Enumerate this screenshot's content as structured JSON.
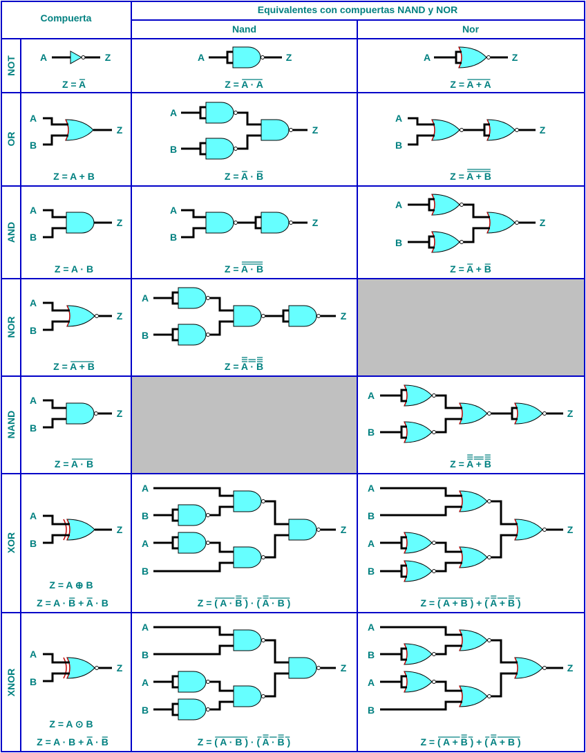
{
  "header": {
    "gate_column": "Compuerta",
    "equivalents_title": "Equivalentes con compuertas NAND y NOR",
    "nand_column": "Nand",
    "nor_column": "Nor"
  },
  "colors": {
    "grid": "#0000c8",
    "gate_fill": "#66ffff",
    "text": "#008080",
    "gray_cell": "#c0c0c0"
  },
  "input_a": "A",
  "input_b": "B",
  "output_z": "Z",
  "rows": [
    {
      "label": "NOT",
      "gate_formula": [
        [
          "Z = ",
          ""
        ],
        [
          "A",
          "o"
        ]
      ],
      "nand_formula": [
        [
          "Z = ",
          ""
        ],
        [
          "A · A",
          "o"
        ]
      ],
      "nor_formula": [
        [
          "Z = ",
          ""
        ],
        [
          "A + A",
          "o"
        ]
      ]
    },
    {
      "label": "OR",
      "gate_formula": [
        [
          "Z = A + B",
          ""
        ]
      ],
      "nand_formula": [
        [
          "Z = ",
          ""
        ],
        [
          "A",
          "o"
        ],
        [
          " · ",
          ""
        ],
        [
          "B",
          "o"
        ]
      ],
      "nor_formula": [
        [
          "Z = ",
          ""
        ],
        [
          "A + B",
          "oo"
        ]
      ]
    },
    {
      "label": "AND",
      "gate_formula": [
        [
          "Z = A · B",
          ""
        ]
      ],
      "nand_formula": [
        [
          "Z = ",
          ""
        ],
        [
          "A · B",
          "oo"
        ]
      ],
      "nor_formula": [
        [
          "Z = ",
          ""
        ],
        [
          "A",
          "o"
        ],
        [
          " + ",
          ""
        ],
        [
          "B",
          "o"
        ]
      ]
    },
    {
      "label": "NOR",
      "gate_formula": [
        [
          "Z = ",
          ""
        ],
        [
          "A + B",
          "o"
        ]
      ],
      "nand_formula": [
        [
          "Z = ",
          ""
        ],
        [
          "A",
          "ooo"
        ],
        [
          " · ",
          "oo"
        ],
        [
          "B",
          "ooo"
        ]
      ],
      "nor_formula": null
    },
    {
      "label": "NAND",
      "gate_formula": [
        [
          "Z = ",
          ""
        ],
        [
          "A · B",
          "o"
        ]
      ],
      "nand_formula": null,
      "nor_formula": [
        [
          "Z = ",
          ""
        ],
        [
          "A",
          "ooo"
        ],
        [
          " + ",
          "oo"
        ],
        [
          "B",
          "ooo"
        ]
      ]
    },
    {
      "label": "XOR",
      "gate_formula": [
        [
          "Z = A ",
          ""
        ],
        [
          "⊕",
          ""
        ],
        [
          " B",
          ""
        ]
      ],
      "gate_formula2": [
        [
          "Z = A · ",
          ""
        ],
        [
          "B",
          "o"
        ],
        [
          " + ",
          ""
        ],
        [
          "A",
          "o"
        ],
        [
          " · B",
          ""
        ]
      ],
      "nand_formula": [
        [
          "Z = ",
          ""
        ],
        [
          "( A · ",
          "o"
        ],
        [
          "B",
          "oo"
        ],
        [
          " )",
          "o"
        ],
        [
          " · ",
          ""
        ],
        [
          "( ",
          "o"
        ],
        [
          "A",
          "oo"
        ],
        [
          " · B )",
          "o"
        ]
      ],
      "nor_formula": [
        [
          "Z = ",
          ""
        ],
        [
          "( A + B )",
          "o"
        ],
        [
          " + ",
          ""
        ],
        [
          "( ",
          "o"
        ],
        [
          "A",
          "oo"
        ],
        [
          " + ",
          "o"
        ],
        [
          "B",
          "oo"
        ],
        [
          " )",
          "o"
        ]
      ]
    },
    {
      "label": "XNOR",
      "gate_formula": [
        [
          "Z = A ",
          ""
        ],
        [
          "⊙",
          ""
        ],
        [
          " B",
          ""
        ]
      ],
      "gate_formula2": [
        [
          "Z = A · B + ",
          ""
        ],
        [
          "A",
          "o"
        ],
        [
          " · ",
          ""
        ],
        [
          "B",
          "o"
        ]
      ],
      "nand_formula": [
        [
          "Z = ",
          ""
        ],
        [
          "( A · B )",
          "o"
        ],
        [
          " · ",
          ""
        ],
        [
          "( ",
          "o"
        ],
        [
          "A",
          "oo"
        ],
        [
          " · ",
          "o"
        ],
        [
          "B",
          "oo"
        ],
        [
          " )",
          "o"
        ]
      ],
      "nor_formula": [
        [
          "Z = ",
          ""
        ],
        [
          "( A + ",
          "o"
        ],
        [
          "B",
          "oo"
        ],
        [
          " )",
          "o"
        ],
        [
          " + ",
          ""
        ],
        [
          "( ",
          "o"
        ],
        [
          "A",
          "oo"
        ],
        [
          " + B )",
          "o"
        ]
      ]
    }
  ]
}
